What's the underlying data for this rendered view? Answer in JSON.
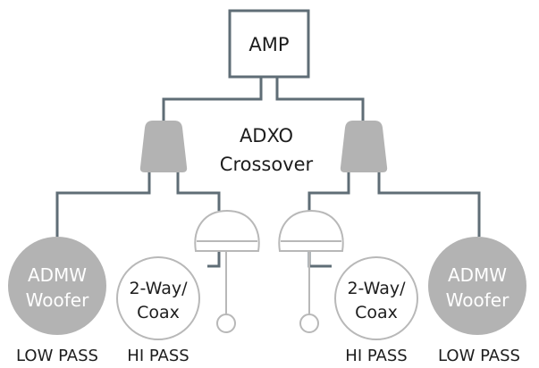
{
  "amp": {
    "label": "AMP"
  },
  "crossover": {
    "line1": "ADXO",
    "line2": "Crossover"
  },
  "left": {
    "woofer": {
      "line1": "ADMW",
      "line2": "Woofer"
    },
    "coax": {
      "line1": "2-Way/",
      "line2": "Coax"
    },
    "woofer_caption": "LOW PASS",
    "coax_caption": "HI PASS"
  },
  "right": {
    "woofer": {
      "line1": "ADMW",
      "line2": "Woofer"
    },
    "coax": {
      "line1": "2-Way/",
      "line2": "Coax"
    },
    "woofer_caption": "LOW PASS",
    "coax_caption": "HI PASS"
  },
  "colors": {
    "wire": "#5f6d76",
    "module_fill": "#b3b3b3",
    "woofer_fill": "#b3b3b3",
    "outline": "#b8b8b8"
  }
}
